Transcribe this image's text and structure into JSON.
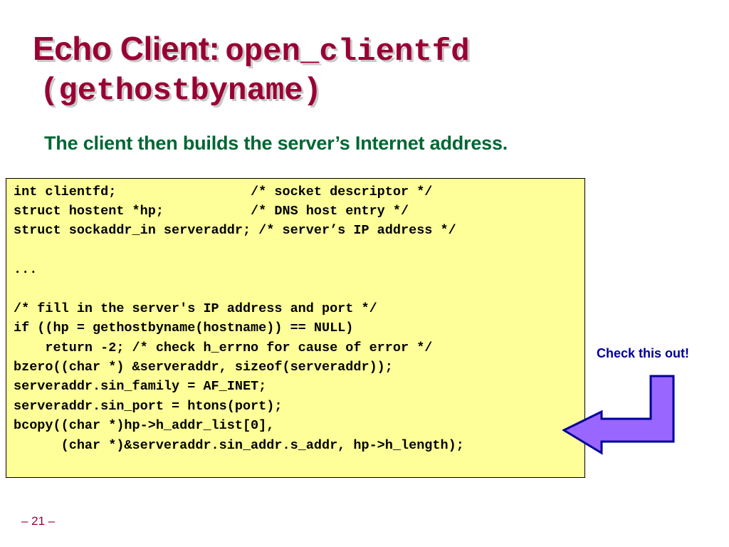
{
  "slide": {
    "title_prefix": "Echo Client:",
    "title_code_1": "open_clientfd",
    "title_code_2": "(gethostbyname)",
    "subtitle": "The client then builds the server’s Internet address.",
    "code_lines": [
      "int clientfd;                 /* socket descriptor */",
      "struct hostent *hp;           /* DNS host entry */",
      "struct sockaddr_in serveraddr; /* server’s IP address */",
      "",
      "...",
      "",
      "/* fill in the server's IP address and port */",
      "if ((hp = gethostbyname(hostname)) == NULL)",
      "    return -2; /* check h_errno for cause of error */",
      "bzero((char *) &serveraddr, sizeof(serveraddr));",
      "serveraddr.sin_family = AF_INET;",
      "serveraddr.sin_port = htons(port);",
      "bcopy((char *)hp->h_addr_list[0],",
      "      (char *)&serveraddr.sin_addr.s_addr, hp->h_length);"
    ],
    "callout": "Check this out!",
    "page_number": "– 21 –"
  },
  "colors": {
    "title": "#990033",
    "subtitle": "#006633",
    "code_background": "#ffff99",
    "callout": "#000099",
    "arrow_fill": "#9966ff",
    "arrow_stroke": "#000099"
  },
  "icons": {
    "callout_arrow": "bent-arrow-left-icon"
  }
}
